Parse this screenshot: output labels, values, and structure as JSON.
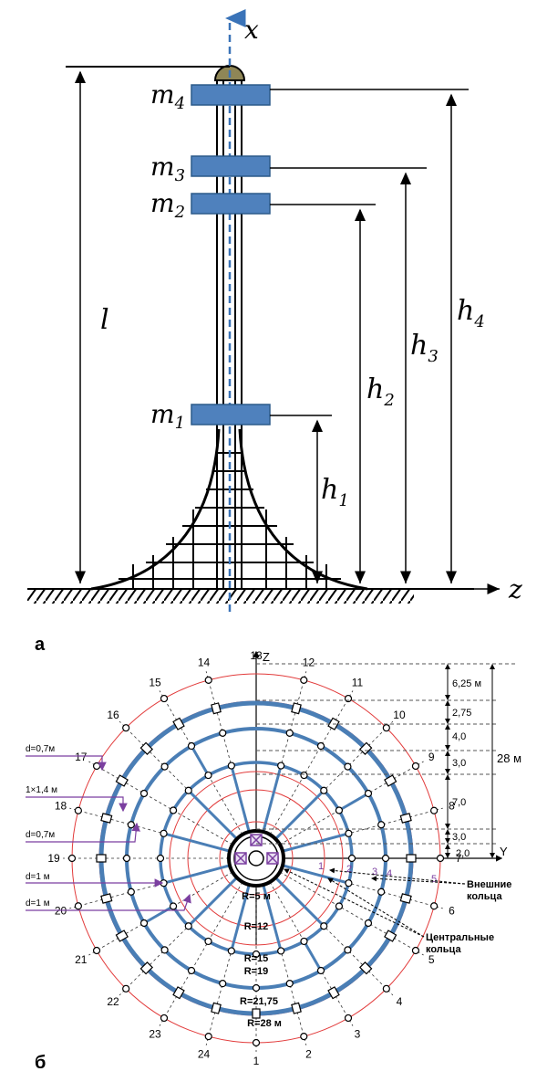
{
  "figure_a": {
    "panel_label": "а",
    "axis_x": "x",
    "axis_z": "z",
    "length_label": "l",
    "masses": [
      {
        "name": "m",
        "sub": "4"
      },
      {
        "name": "m",
        "sub": "3"
      },
      {
        "name": "m",
        "sub": "2"
      },
      {
        "name": "m",
        "sub": "1"
      }
    ],
    "heights": [
      {
        "name": "h",
        "sub": "1"
      },
      {
        "name": "h",
        "sub": "2"
      },
      {
        "name": "h",
        "sub": "3"
      },
      {
        "name": "h",
        "sub": "4"
      }
    ]
  },
  "figure_b": {
    "panel_label": "б",
    "axis_z": "Z",
    "axis_y": "Y",
    "node_numbers": [
      "1",
      "2",
      "3",
      "4",
      "5",
      "6",
      "7",
      "8",
      "9",
      "10",
      "11",
      "12",
      "13",
      "14",
      "15",
      "16",
      "17",
      "18",
      "19",
      "20",
      "21",
      "22",
      "23",
      "24"
    ],
    "ring_numbers": [
      "1",
      "2",
      "3",
      "4",
      "5"
    ],
    "radius_labels": [
      "R=5 м",
      "R=12",
      "R=15",
      "R=19",
      "R=21,75",
      "R=28 м"
    ],
    "dimension_labels": [
      "6,25 м",
      "2,75",
      "4,0",
      "3,0",
      "7,0",
      "3,0",
      "2,0"
    ],
    "total_height": "28 м",
    "member_labels": [
      "d=0,7м",
      "1×1,4 м",
      "d=0,7м",
      "d=1 м",
      "d=1 м"
    ],
    "outer_rings_label": [
      "Внешние",
      "кольца"
    ],
    "central_rings_label": [
      "Центральные",
      "кольца"
    ]
  }
}
